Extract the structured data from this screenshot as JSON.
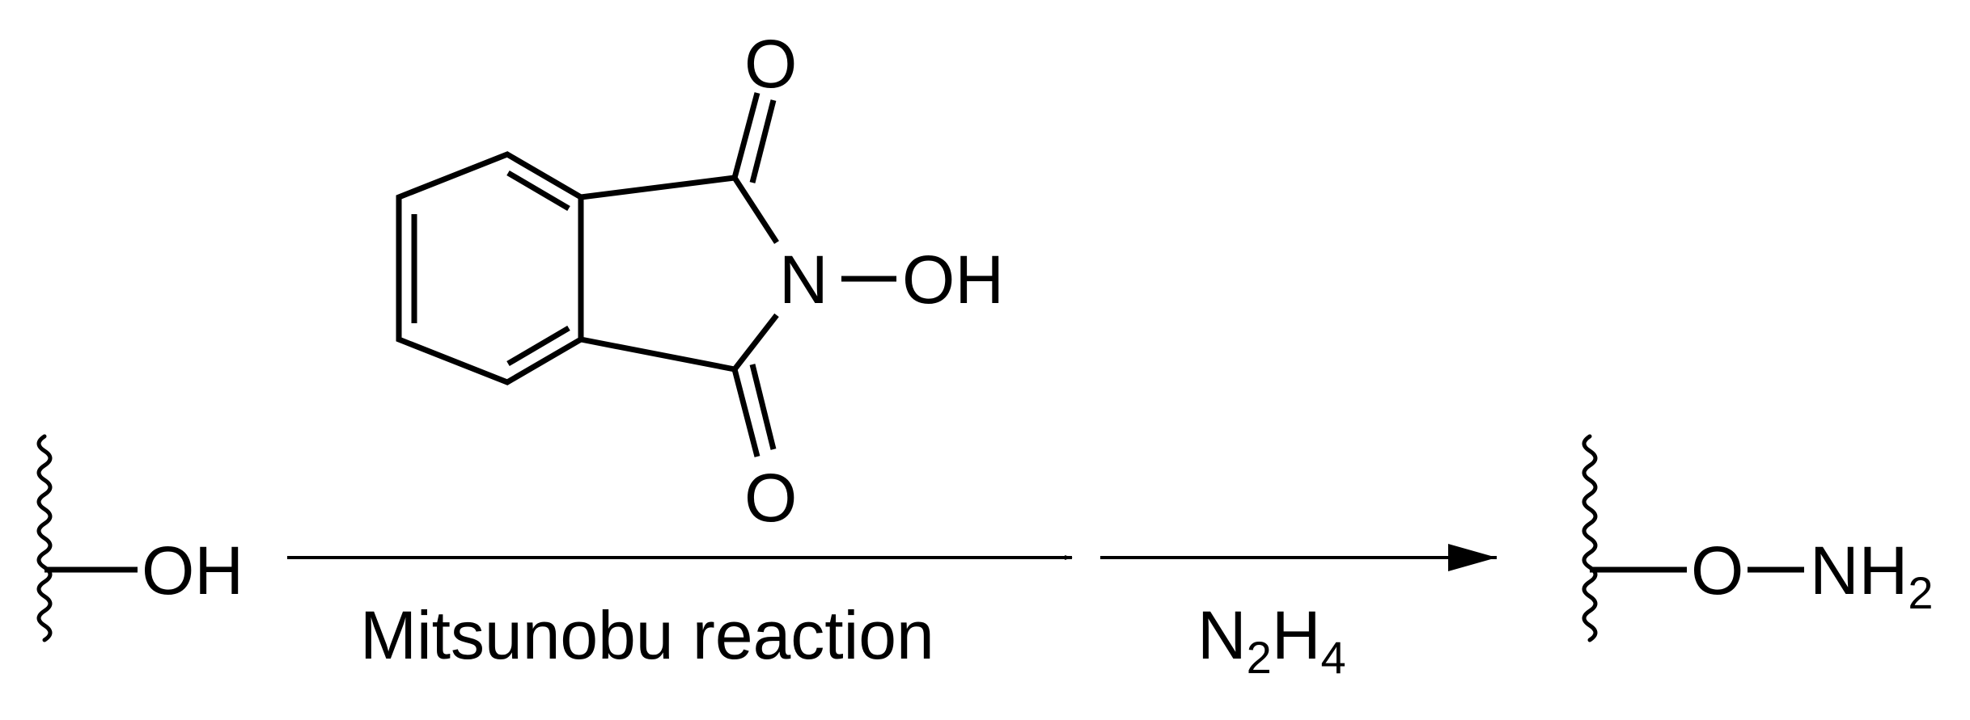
{
  "reagent_structure": {
    "carbonyl_top_O": "O",
    "carbonyl_bottom_O": "O",
    "imide_N": "N",
    "hydroxyl": "OH"
  },
  "starting_material": {
    "group": "OH"
  },
  "step1": {
    "label": "Mitsunobu reaction"
  },
  "step2": {
    "reagent_main_1": "N",
    "reagent_sub_1": "2",
    "reagent_main_2": "H",
    "reagent_sub_2": "4"
  },
  "product": {
    "oxygen": "O",
    "amine": "NH",
    "amine_sub": "2"
  }
}
